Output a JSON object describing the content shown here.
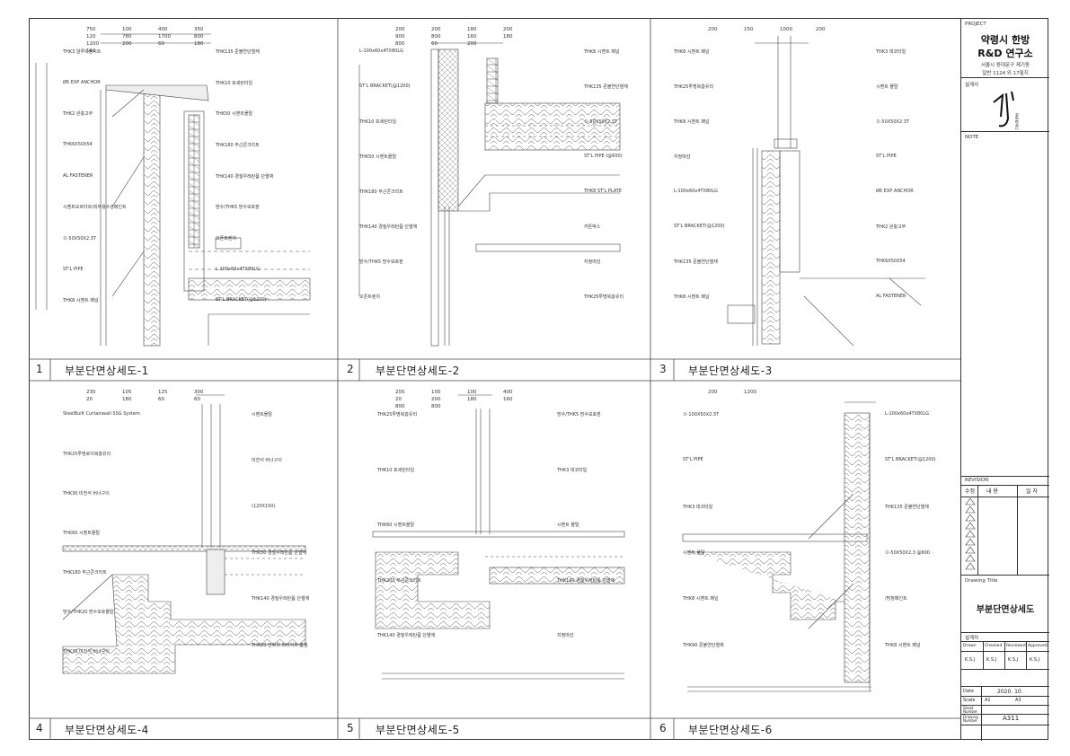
{
  "title_block": {
    "project_label": "PROJECT",
    "project_name_1": "약령시 한방",
    "project_name_2": "R&D 연구소",
    "address_1": "서울시 동대문구 제기동",
    "address_2": "일반 1124 외 17필지",
    "designer_label": "설계사",
    "note_label": "NOTE",
    "revision_label": "REVISION",
    "revision_headers": [
      "수정",
      "내 용",
      "일 자"
    ],
    "drawing_title_label": "Drawing Title",
    "drawing_title": "부분단면상세도",
    "sign_label": "설계자",
    "sign_roles": [
      "Drawn",
      "Checked",
      "Reviewed",
      "Approved"
    ],
    "sign_names": [
      "K.S.J",
      "K.S.J",
      "K.S.J",
      "K.S.J"
    ],
    "date_label": "Date",
    "date_value": "2020. 10.",
    "scale_label": "Scale",
    "scale_values": [
      "A1",
      "A3"
    ],
    "sheet_label": "Sheet Number",
    "drawing_label": "Drawing Number",
    "drawing_number": "A311"
  },
  "panels": [
    {
      "num": "1",
      "caption": "부분단면상세도-1",
      "dims": [
        "750",
        "100",
        "400",
        "350",
        "120",
        "780",
        "1700",
        "800",
        "1200",
        "200",
        "60",
        "180",
        "160"
      ],
      "notes": [
        "THK3 알루미늄시트",
        "Ø6 EXP ANCHOR",
        "THK2 완충고무",
        "THK6X50X54",
        "AL FASTENER",
        "시멘트모르타르/외부용수성페인트",
        "ㅁ-50X50X2.3T",
        "ST'L PIPE",
        "THK8 시멘트 패널",
        "THK135 준불연단열재",
        "THK10 포세린타일",
        "THK50 시멘트몰탈",
        "THK180 무근콘크리트",
        "THK140 경질우레탄폼 단열재",
        "방수/THK5 방수보호판",
        "오픈트렌치",
        "L-100x60x4TX80LG",
        "ST'L BRACKET(@1200)"
      ]
    },
    {
      "num": "2",
      "caption": "부분단면상세도-2",
      "dims": [
        "200",
        "200",
        "180",
        "200",
        "900",
        "800",
        "160",
        "180",
        "800",
        "60",
        "200"
      ],
      "notes": [
        "L-100x60x4TX80LG",
        "ST'L BRACKET(@1200)",
        "THK10 포세린타일",
        "THK50 시멘트몰탈",
        "THK180 무근콘크리트",
        "THK140 경질우레탄폼 단열재",
        "방수/THK5 방수보호판",
        "오픈트렌치",
        "THK8 시멘트 패널",
        "THK135 준불연단열재",
        "ㅁ-50X50X2.3T",
        "ST'L PIPE (@600)",
        "THK8 ST'L PLATE",
        "커튼박스",
        "지정마감",
        "THK25투명복층유리"
      ]
    },
    {
      "num": "3",
      "caption": "부분단면상세도-3",
      "dims": [
        "200",
        "150",
        "1000",
        "200"
      ],
      "notes": [
        "THK8 시멘트 패널",
        "THK25투명복층유리",
        "THK8 시멘트 패널",
        "지정마감",
        "L-100x60x4TX80LG",
        "ST'L BRACKET(@1200)",
        "THK135 준불연단열재",
        "THK8 시멘트 패널",
        "THK3 데코타일",
        "시멘트 몰탈",
        "ㅁ-50X50X2.3T",
        "ST'L PIPE",
        "Ø6 EXP ANCHOR",
        "THK2 완충고무",
        "THK6X50X54",
        "AL FASTENER"
      ]
    },
    {
      "num": "4",
      "caption": "부분단면상세도-4",
      "dims": [
        "230",
        "105",
        "125",
        "300",
        "20",
        "180",
        "60",
        "60"
      ],
      "notes": [
        "SteelBuilt Curtainwall SSG System",
        "THK25투명로이복층유리",
        "THK30 미천석 버너구이",
        "THK60 시멘트몰탈",
        "THK180 무근콘크리트",
        "방수/THK20 방수보호몰탈",
        "THK30 미천석 버너구이",
        "시멘트몰탈",
        "미천석 버너구이",
        "(120X150)",
        "THK50 경질우레탄폼 단열재",
        "THK140 경질우레탄폼 단열재",
        "THK20 전화위 퍼라이트 뿜칠"
      ]
    },
    {
      "num": "5",
      "caption": "부분단면상세도-5",
      "dims": [
        "200",
        "100",
        "100",
        "400",
        "20",
        "200",
        "180",
        "160",
        "800",
        "800"
      ],
      "notes": [
        "THK25투명복층유리",
        "THK10 포세린타일",
        "THK60 시멘트몰탈",
        "THK200 무근콘크리트",
        "THK140 경질우레탄폼 단열재",
        "방수/THK5 방수보호판",
        "THK3 데코타일",
        "시멘트 몰탈",
        "THK140 경질우레탄폼 단열재",
        "지정마감"
      ]
    },
    {
      "num": "6",
      "caption": "부분단면상세도-6",
      "dims": [
        "200",
        "1200"
      ],
      "notes": [
        "ㅁ-100X50X2.3T",
        "ST'L PIPE",
        "THK3 데코타일",
        "시멘트 몰탈",
        "THK8 시멘트 패널",
        "THK90 준불연단열재",
        "L-100x60x4TX80LG",
        "ST'L BRACKET(@1200)",
        "THK135 준불연단열재",
        "ㅁ-50X50X2.3 @600",
        "/방청페인트",
        "THK8 시멘트 패널"
      ]
    }
  ]
}
